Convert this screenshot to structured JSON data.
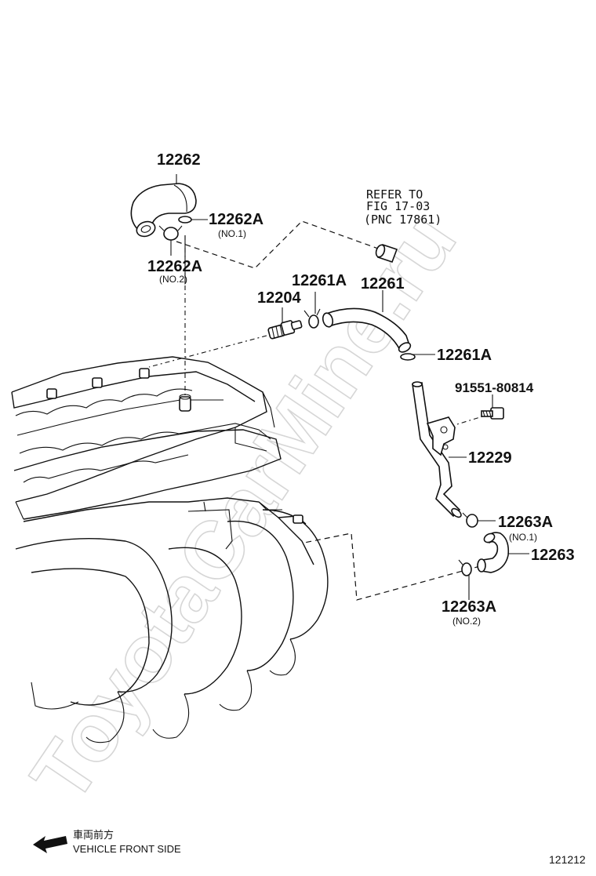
{
  "parts": {
    "p12262": "12262",
    "p12262A_1": "12262A",
    "p12262A_1_note": "(NO.1)",
    "p12262A_2": "12262A",
    "p12262A_2_note": "(NO.2)",
    "p12204": "12204",
    "p12261A_top": "12261A",
    "p12261": "12261",
    "p12261A_right": "12261A",
    "p91551": "91551-80814",
    "p12229": "12229",
    "p12263A_1": "12263A",
    "p12263A_1_note": "(NO.1)",
    "p12263": "12263",
    "p12263A_2": "12263A",
    "p12263A_2_note": "(NO.2)"
  },
  "reference": {
    "line1": "REFER TO",
    "line2": "FIG 17-03",
    "line3": "(PNC 17861)"
  },
  "direction": {
    "japanese": "車両前方",
    "english": "VEHICLE FRONT SIDE",
    "icon": "arrow-left-icon"
  },
  "diagram_code": "121212",
  "watermark": "ToyotaCarMine.ru"
}
